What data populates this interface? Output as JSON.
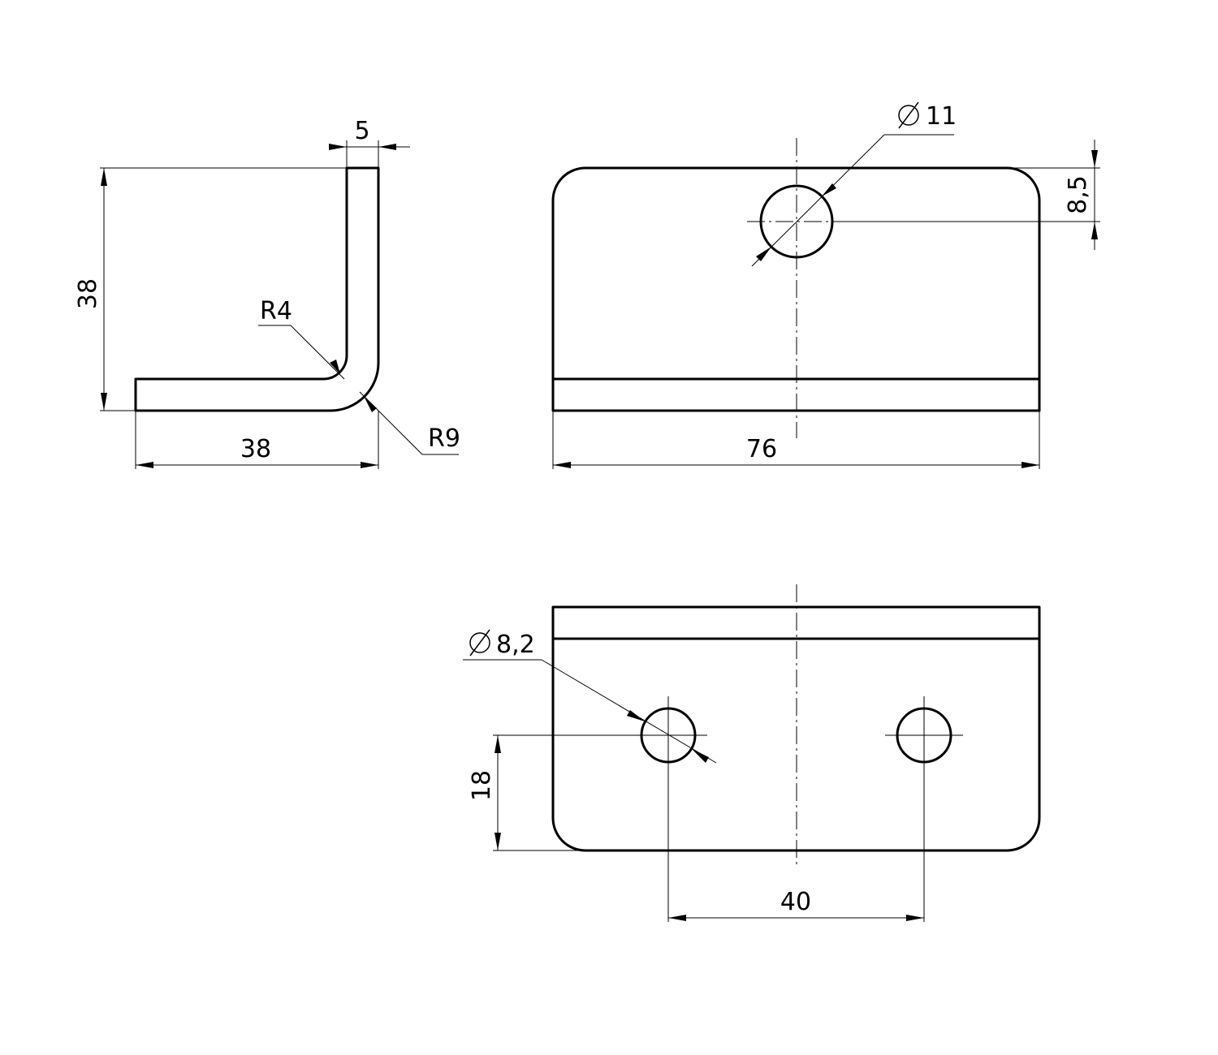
{
  "side_view": {
    "thickness": "5",
    "height": "38",
    "width": "38",
    "inner_radius": "R4",
    "outer_radius": "R9"
  },
  "front_view": {
    "hole_diameter": "11",
    "hole_offset": "8,5",
    "length": "76"
  },
  "bottom_view": {
    "hole_diameter": "8,2",
    "hole_offset": "18",
    "hole_spacing": "40"
  },
  "symbols": {
    "diameter": "diameter-symbol"
  }
}
